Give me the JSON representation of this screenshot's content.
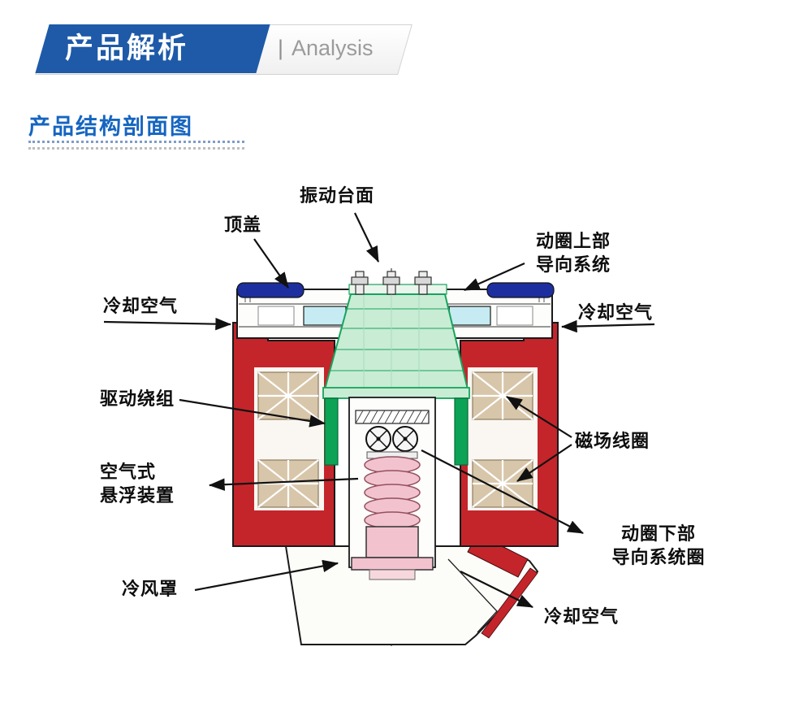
{
  "header": {
    "title": "产品解析",
    "separator": "|",
    "subtitle": "Analysis"
  },
  "section_title": "产品结构剖面图",
  "diagram": {
    "labels": {
      "vibration_table_surface": "振动台面",
      "top_cover": "顶盖",
      "coil_upper_guide": "动圈上部\n导向系统",
      "cooling_air_left": "冷却空气",
      "cooling_air_right": "冷却空气",
      "drive_winding": "驱动绕组",
      "field_coil": "磁场线圈",
      "air_suspension": "空气式\n悬浮装置",
      "coil_lower_guide": "动圈下部\n导向系统圈",
      "cold_air_hood": "冷风罩",
      "cooling_air_bottom": "冷却空气"
    },
    "colors": {
      "banner_blue": "#1e5aa8",
      "title_blue": "#1565c0",
      "body_red": "#c4252b",
      "cover_navy": "#1d2f9e",
      "coil_green": "#0ca356",
      "cone_green_light": "#c9ecd4",
      "cone_green_edge": "#17a45c",
      "bearing_cyan": "#c6ebf2",
      "field_coil_tan": "#d8c6aa",
      "suspension_pink": "#f2c3cf"
    }
  }
}
